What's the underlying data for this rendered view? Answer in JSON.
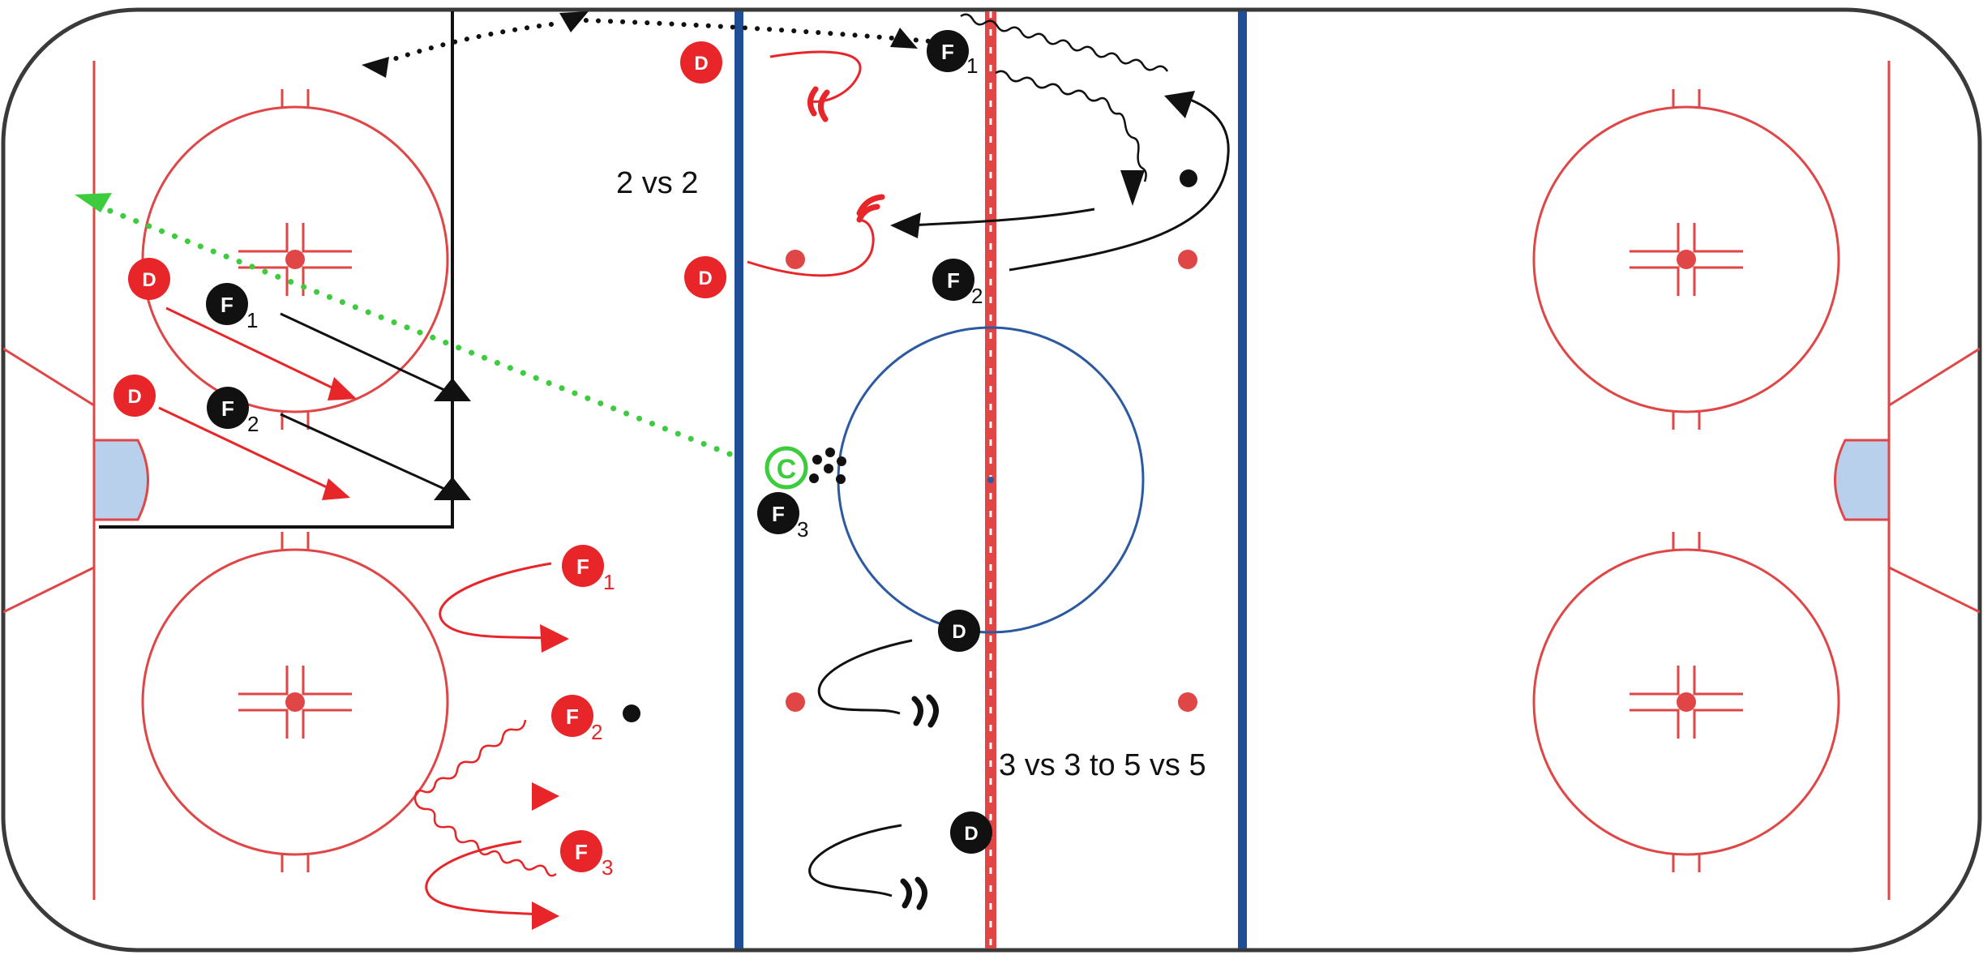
{
  "colors": {
    "board": "#3a3a3a",
    "red": "#e8262a",
    "marking_red": "#e04646",
    "blue_line": "#1f4e96",
    "center_circle": "#2c5aa0",
    "crease": "#b8d0ec",
    "black": "#111111",
    "green": "#3dcc3d"
  },
  "icons": {
    "coach": "coach-c-icon",
    "puck": "puck-icon",
    "arrow": "arrowhead-icon",
    "skate_stop": "skate-stop-icon"
  },
  "annotations": {
    "two_vs_two": "2 vs 2",
    "three_to_five": "3 vs 3 to 5 vs 5"
  },
  "players": {
    "d": "D",
    "f": "F",
    "coach": "C",
    "sub1": "1",
    "sub2": "2",
    "sub3": "3"
  }
}
